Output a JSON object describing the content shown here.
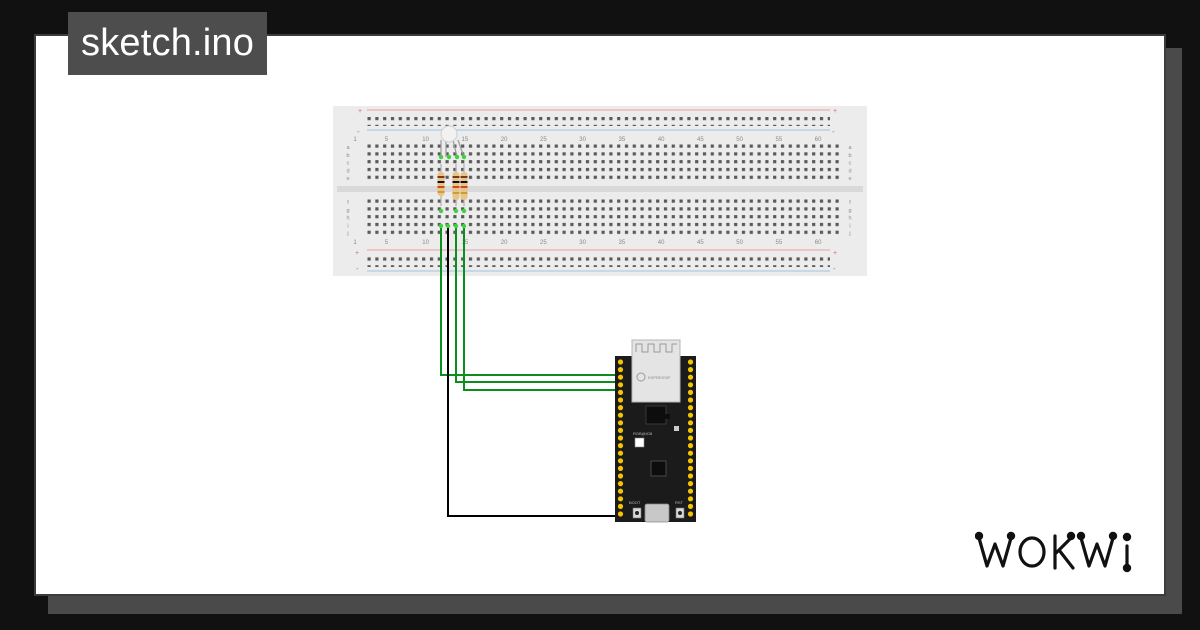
{
  "project": {
    "title": "sketch.ino"
  },
  "brand": {
    "name": "WOKWI"
  },
  "breadboard": {
    "column_labels": [
      "1",
      "5",
      "10",
      "15",
      "20",
      "25",
      "30",
      "35",
      "40",
      "45",
      "50",
      "55",
      "60"
    ],
    "row_labels_top": [
      "a",
      "b",
      "c",
      "d",
      "e"
    ],
    "row_labels_bottom": [
      "f",
      "g",
      "h",
      "i",
      "j"
    ],
    "rail_plus": "+",
    "rail_minus": "-"
  },
  "board": {
    "module_label": "ESPRESSIF",
    "led_label": "RGB@IO8",
    "boot_label": "BOOT",
    "reset_label": "RST"
  },
  "colors": {
    "background": "#111111",
    "canvas": "#ffffff",
    "title_bg": "#4d4d4d",
    "breadboard": "#ececec",
    "wire_signal": "#0a8f1a",
    "wire_ground": "#000000",
    "pin": "#f5c400",
    "board": "#1b1b1b"
  }
}
